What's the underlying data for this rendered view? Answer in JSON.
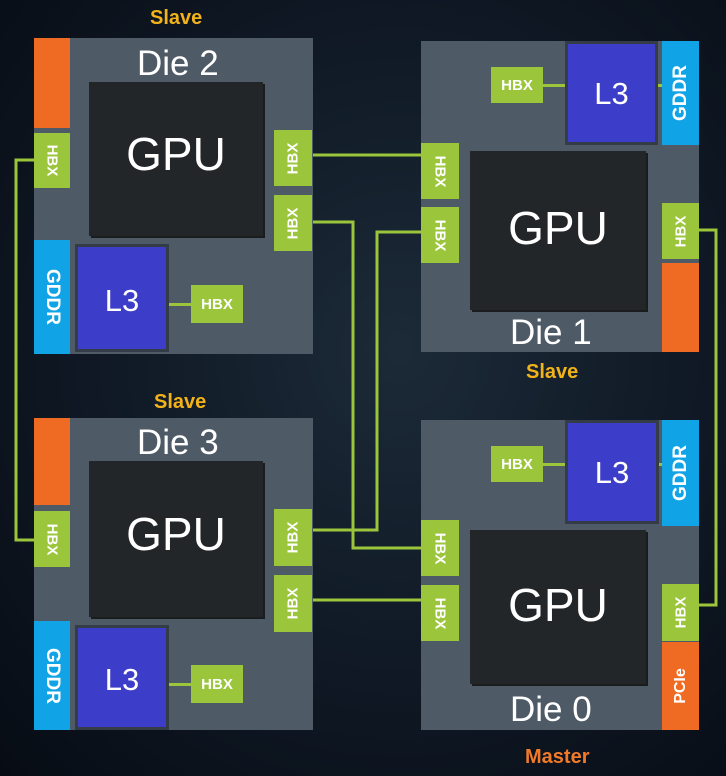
{
  "roles": {
    "die2": "Slave",
    "die1": "Slave",
    "die3": "Slave",
    "die0": "Master"
  },
  "dies": {
    "die2": {
      "label": "Die 2",
      "gpu": "GPU",
      "l3": "L3",
      "gddr": "GDDR",
      "hbx": "HBX"
    },
    "die1": {
      "label": "Die 1",
      "gpu": "GPU",
      "l3": "L3",
      "gddr": "GDDR",
      "hbx": "HBX"
    },
    "die3": {
      "label": "Die 3",
      "gpu": "GPU",
      "l3": "L3",
      "gddr": "GDDR",
      "hbx": "HBX"
    },
    "die0": {
      "label": "Die 0",
      "gpu": "GPU",
      "l3": "L3",
      "gddr": "GDDR",
      "hbx": "HBX",
      "pcie": "PCIe"
    }
  },
  "colors": {
    "hbx": "#9bc63b",
    "gddr": "#10a3e6",
    "l3": "#3c3dc8",
    "io_orange": "#ef6a22",
    "slave_label": "#f2b21a",
    "master_label": "#f07a2a"
  }
}
